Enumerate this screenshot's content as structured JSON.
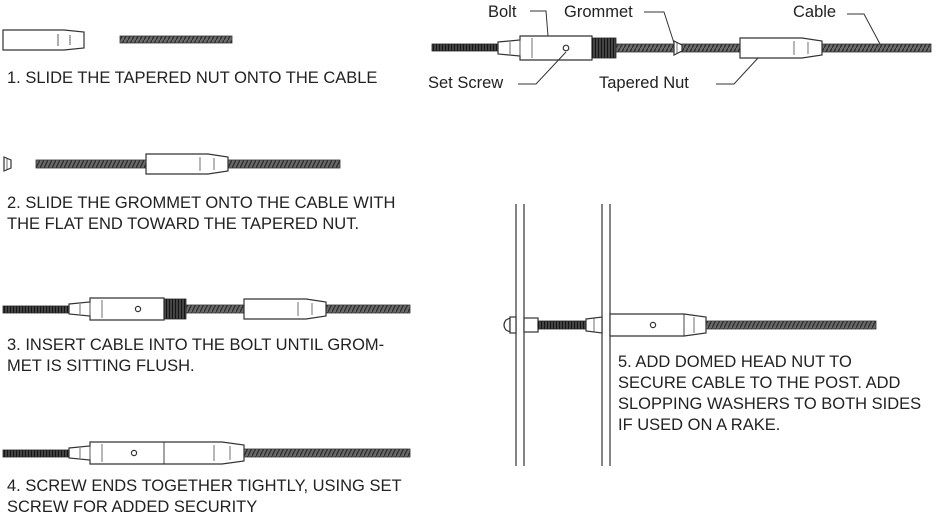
{
  "steps": [
    {
      "lines": [
        "1. SLIDE THE TAPERED NUT ONTO THE CABLE"
      ]
    },
    {
      "lines": [
        "2. SLIDE THE GROMMET ONTO THE CABLE WITH",
        "THE FLAT END TOWARD THE TAPERED NUT."
      ]
    },
    {
      "lines": [
        "3. INSERT CABLE INTO THE BOLT UNTIL GROM-",
        "MET IS SITTING FLUSH."
      ]
    },
    {
      "lines": [
        "4. SCREW ENDS TOGETHER TIGHTLY, USING SET",
        "SCREW FOR ADDED SECURITY"
      ]
    },
    {
      "lines": [
        "5. ADD DOMED HEAD NUT TO",
        "SECURE CABLE TO THE POST. ADD",
        "SLOPPING WASHERS TO BOTH SIDES",
        "IF USED ON A RAKE."
      ]
    }
  ],
  "callouts": {
    "bolt": "Bolt",
    "grommet": "Grommet",
    "cable": "Cable",
    "set_screw": "Set Screw",
    "tapered_nut": "Tapered Nut"
  },
  "colors": {
    "stroke": "#333333",
    "cable": "#555555",
    "thread": "#3a3a3a",
    "text": "#222222"
  }
}
